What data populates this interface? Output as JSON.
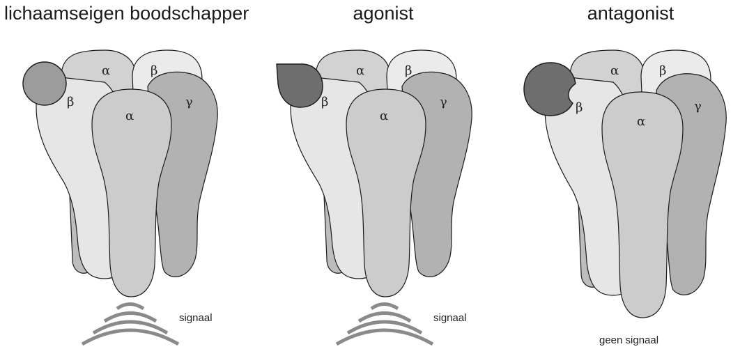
{
  "panels": [
    {
      "title": "lichaamseigen boodschapper",
      "labels": {
        "alpha_top": "α",
        "beta_top": "β",
        "beta_left": "β",
        "alpha_center": "α",
        "gamma": "γ"
      },
      "caption": "signaal",
      "ligand_shape": "circle"
    },
    {
      "title": "agonist",
      "labels": {
        "alpha_top": "α",
        "beta_top": "β",
        "beta_left": "β",
        "alpha_center": "α",
        "gamma": "γ"
      },
      "caption": "signaal",
      "ligand_shape": "drop"
    },
    {
      "title": "antagonist",
      "labels": {
        "alpha_top": "α",
        "beta_top": "β",
        "beta_left": "β",
        "alpha_center": "α",
        "gamma": "γ"
      },
      "caption": "geen signaal",
      "ligand_shape": "notched-circle"
    }
  ],
  "colors": {
    "subunit_light": "#e6e6e6",
    "subunit_mid": "#cfcfcf",
    "subunit_dark": "#b4b4b4",
    "subunit_lighter": "#ececec",
    "ligand_natural": "#9c9c9c",
    "ligand_drug": "#6e6e6e",
    "signal_arcs": "#8a8a8a"
  }
}
